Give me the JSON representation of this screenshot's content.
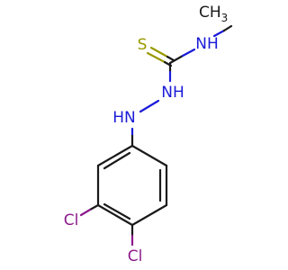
{
  "molecule": {
    "atoms": {
      "s": {
        "label": "S",
        "color": "#999900"
      },
      "nh_top": {
        "label": "NH",
        "color": "#1a1ad9"
      },
      "ch3": {
        "label": "CH",
        "subscript": "3",
        "color": "#1a1a1a"
      },
      "nh_mid": {
        "label": "NH",
        "color": "#1a1ad9"
      },
      "hn_left": {
        "label": "HN",
        "color": "#1a1ad9"
      },
      "cl_left": {
        "label": "Cl",
        "color": "#8c1a8c"
      },
      "cl_bottom": {
        "label": "Cl",
        "color": "#8c1a8c"
      }
    },
    "colors": {
      "carbon_bond": "#1a1a1a",
      "nitrogen": "#1a1ad9",
      "sulfur": "#999900",
      "chlorine": "#8c1a8c"
    }
  }
}
